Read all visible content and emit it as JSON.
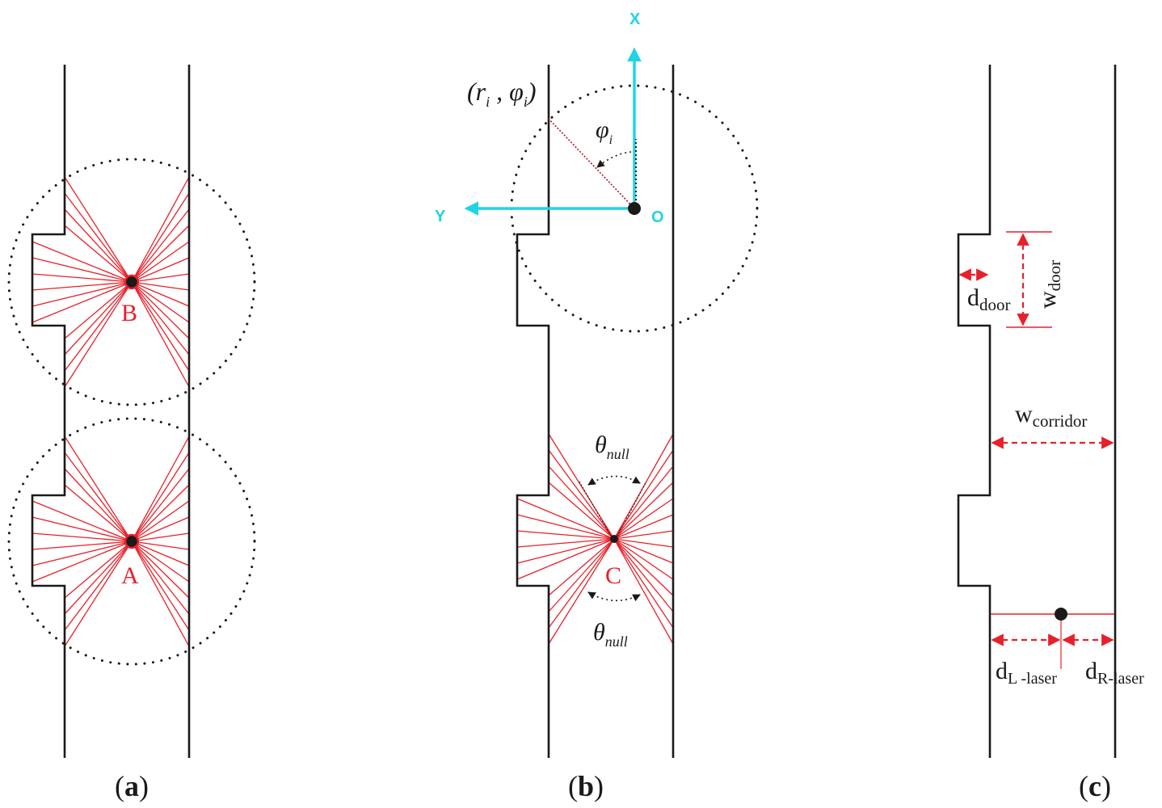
{
  "panels": {
    "a": {
      "caption_open": "(",
      "caption_letter": "a",
      "caption_close": ")",
      "robot_labels": [
        "B",
        "A"
      ]
    },
    "b": {
      "caption_open": "(",
      "caption_letter": "b",
      "caption_close": ")",
      "axis_x_label": "X",
      "axis_y_label": "Y",
      "origin_label": "O",
      "polar_point_label": "(r",
      "polar_point_sub_i": "i",
      "polar_point_comma": " , φ",
      "polar_point_sub_i2": "i",
      "polar_point_close": ")",
      "angle_phi_label": "φ",
      "angle_phi_sub": "i",
      "robot_label": "C",
      "theta_label": "θ",
      "theta_sub": "null"
    },
    "c": {
      "caption_open": "(",
      "caption_letter": "c",
      "caption_close": ")",
      "d_door_main": "d",
      "d_door_sub": "door",
      "w_door_main": "w",
      "w_door_sub": "door",
      "w_corridor_main": "w",
      "w_corridor_sub": "corridor",
      "d_left_main": "d",
      "d_left_sub": "L -laser",
      "d_right_main": "d",
      "d_right_sub": "R-laser"
    }
  },
  "colors": {
    "wall": "#1a1a1a",
    "laser": "#e8202a",
    "axis": "#22d3e6",
    "label_red": "#e8202a"
  }
}
